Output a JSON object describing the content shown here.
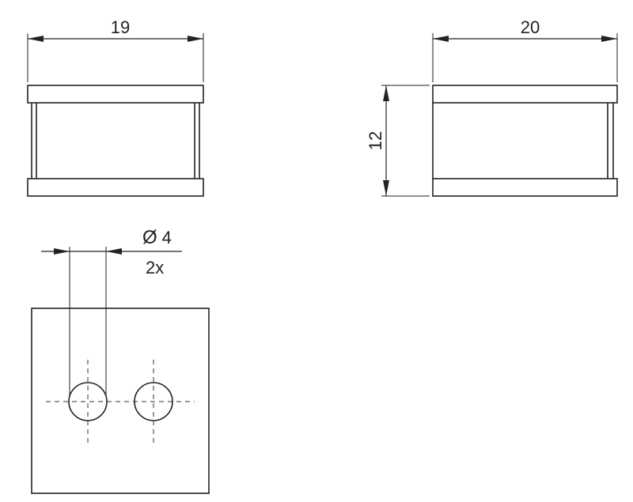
{
  "views": {
    "front": {
      "width_dim": "19"
    },
    "side": {
      "width_dim": "20",
      "height_dim": "12"
    },
    "top": {
      "hole_diameter_symbol": "Ø",
      "hole_diameter": "4",
      "hole_count": "2x"
    }
  },
  "colors": {
    "line": "#222222",
    "background": "#ffffff"
  }
}
